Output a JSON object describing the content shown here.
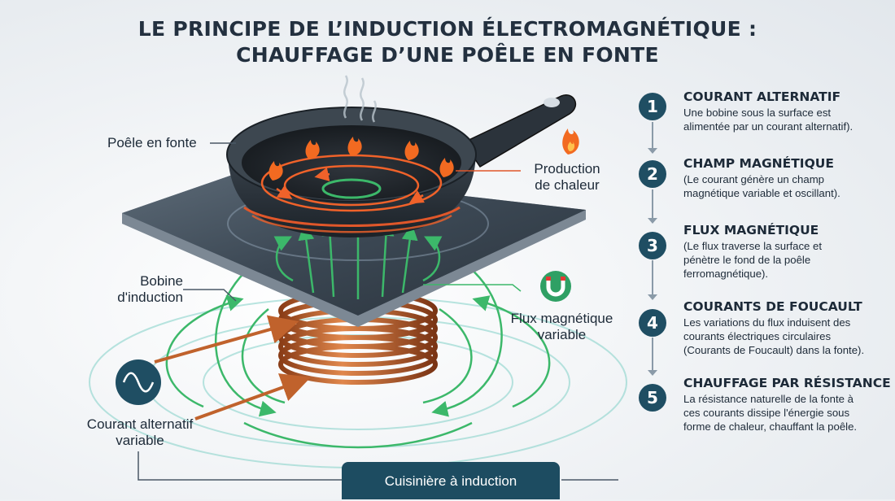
{
  "title": {
    "line1": "LE PRINCIPE DE L’INDUCTION ÉLECTROMAGNÉTIQUE :",
    "line2": "CHAUFFAGE D’UNE POÊLE EN FONTE"
  },
  "labels": {
    "pan": "Poêle en fonte",
    "heat_line1": "Production",
    "heat_line2": "de chaleur",
    "coil_line1": "Bobine",
    "coil_line2": "d'induction",
    "flux_line1": "Flux magnétique",
    "flux_line2": "variable",
    "current_line1": "Courant alternatif",
    "current_line2": "variable",
    "cooktop": "Cuisinière à induction"
  },
  "steps": [
    {
      "number": "1",
      "title": "COURANT ALTERNATIF",
      "lines": [
        "Une bobine sous la surface est",
        "alimentée par un courant alternatif)."
      ]
    },
    {
      "number": "2",
      "title": "CHAMP MAGNÉTIQUE",
      "lines": [
        "(Le courant génère un champ",
        "magnétique variable et oscillant)."
      ]
    },
    {
      "number": "3",
      "title": "FLUX MAGNÉTIQUE",
      "lines": [
        "(Le flux traverse la surface et",
        "pénètre le fond de la poêle",
        "ferromagnétique)."
      ]
    },
    {
      "number": "4",
      "title": "COURANTS DE FOUCAULT",
      "lines": [
        "Les variations du flux induisent des",
        "courants électriques circulaires",
        "(Courants de Foucault) dans la fonte)."
      ]
    },
    {
      "number": "5",
      "title": "CHAUFFAGE PAR RÉSISTANCE",
      "lines": [
        "La résistance naturelle de la fonte à",
        "ces courants dissipe l'énergie sous",
        "forme de chaleur, chauffant la poêle."
      ]
    }
  ],
  "icons": {
    "flame": "flame-icon",
    "magnet": "magnet-icon",
    "sine": "sine-wave-icon"
  },
  "colors": {
    "navy": "#1f4e63",
    "flame": "#f26a21",
    "field": "#3cb86a",
    "copper": "#c0622c"
  }
}
